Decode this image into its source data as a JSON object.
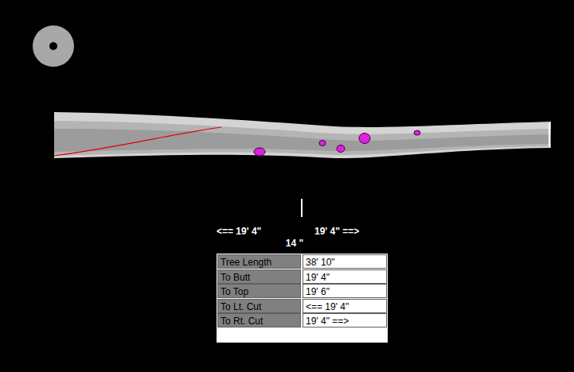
{
  "diagram": {
    "labels": [
      "<== 19' 4\"",
      "19' 4\" ==>",
      "14 \"",
      "Tree Length",
      "38' 10\"",
      "To Butt",
      "19' 4\"",
      "To Top",
      "19' 6\"",
      "To Lt. Cut",
      "<== 19' 4\"",
      "To Rt. Cut",
      "19' 4\" ==>"
    ]
  }
}
